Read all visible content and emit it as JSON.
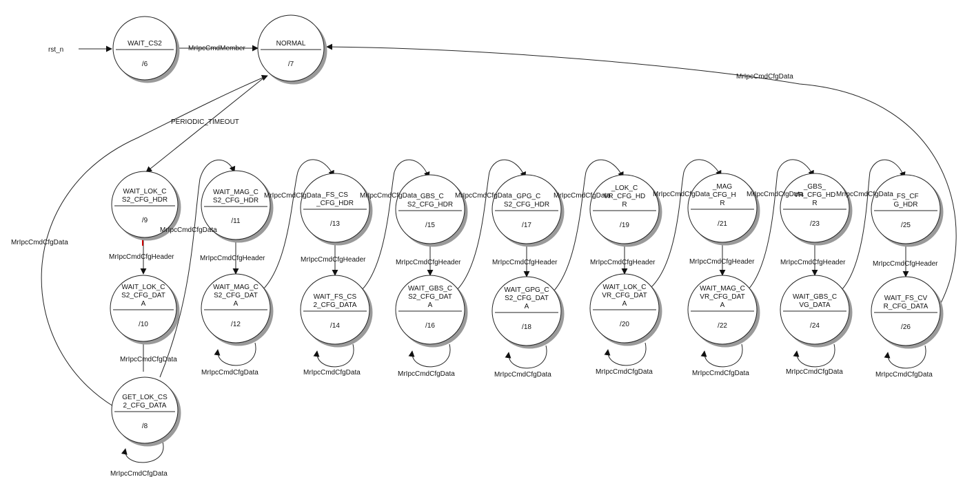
{
  "reset_label": "rst_n",
  "states": [
    {
      "key": "s6",
      "name": [
        "WAIT_CS2"
      ],
      "id": "/6"
    },
    {
      "key": "s7",
      "name": [
        "NORMAL"
      ],
      "id": "/7"
    },
    {
      "key": "s9",
      "name": [
        "WAIT_LOK_C",
        "S2_CFG_HDR"
      ],
      "id": "/9"
    },
    {
      "key": "s10",
      "name": [
        "WAIT_LOK_C",
        "S2_CFG_DAT",
        "A"
      ],
      "id": "/10"
    },
    {
      "key": "s8",
      "name": [
        "GET_LOK_CS",
        "2_CFG_DATA"
      ],
      "id": "/8"
    },
    {
      "key": "s11",
      "name": [
        "WAIT_MAG_C",
        "S2_CFG_HDR"
      ],
      "id": "/11"
    },
    {
      "key": "s12",
      "name": [
        "WAIT_MAG_C",
        "S2_CFG_DAT",
        "A"
      ],
      "id": "/12"
    },
    {
      "key": "s13",
      "name": [
        "_FS_CS",
        "_CFG_HDR"
      ],
      "id": "/13"
    },
    {
      "key": "s14",
      "name": [
        "WAIT_FS_CS",
        "2_CFG_DATA"
      ],
      "id": "/14"
    },
    {
      "key": "s15",
      "name": [
        "_GBS_C",
        "S2_CFG_HDR"
      ],
      "id": "/15"
    },
    {
      "key": "s16",
      "name": [
        "WAIT_GBS_C",
        "S2_CFG_DAT",
        "A"
      ],
      "id": "/16"
    },
    {
      "key": "s17",
      "name": [
        "_GPG_C",
        "S2_CFG_HDR"
      ],
      "id": "/17"
    },
    {
      "key": "s18",
      "name": [
        "WAIT_GPG_C",
        "S2_CFG_DAT",
        "A"
      ],
      "id": "/18"
    },
    {
      "key": "s19",
      "name": [
        "_LOK_C",
        "VR_CFG_HD",
        "R"
      ],
      "id": "/19"
    },
    {
      "key": "s20",
      "name": [
        "WAIT_LOK_C",
        "VR_CFG_DAT",
        "A"
      ],
      "id": "/20"
    },
    {
      "key": "s21",
      "name": [
        "_MAG",
        "_CFG_H",
        "R"
      ],
      "id": "/21"
    },
    {
      "key": "s22",
      "name": [
        "WAIT_MAG_C",
        "VR_CFG_DAT",
        "A"
      ],
      "id": "/22"
    },
    {
      "key": "s23",
      "name": [
        "_GBS_",
        "VR_CFG_HD",
        "R"
      ],
      "id": "/23"
    },
    {
      "key": "s24",
      "name": [
        "WAIT_GBS_C",
        "VG_DATA"
      ],
      "id": "/24"
    },
    {
      "key": "s25",
      "name": [
        "_FS_CF",
        "G_HDR"
      ],
      "id": "/25"
    },
    {
      "key": "s26",
      "name": [
        "WAIT_FS_CV",
        "R_CFG_DATA"
      ],
      "id": "/26"
    }
  ],
  "edge_labels": {
    "cmd_member": "MrIpcCmdMember",
    "periodic_timeout": "PERIODIC_TIMEOUT",
    "cfg_data": "MrIpcCmdCfgData",
    "cfg_header": "MrIpcCmdCfgHeader"
  },
  "colors": {
    "stroke": "#222222",
    "shadow": "#9a9a9a",
    "accent_red": "#cc0000"
  }
}
